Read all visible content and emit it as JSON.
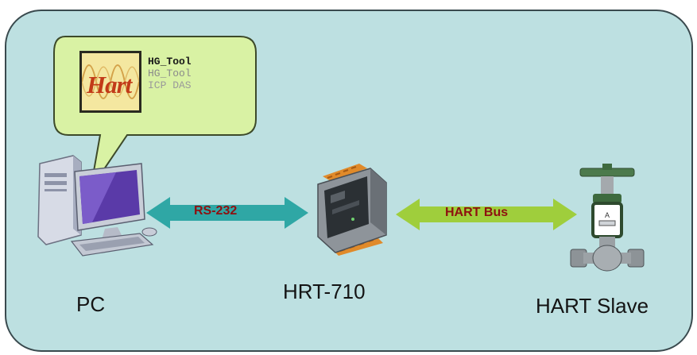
{
  "colors": {
    "panel_bg": "#bde0e1",
    "bubble_fill": "#d9f2a4",
    "rs232_arrow": "#2fa7a5",
    "hart_arrow": "#9fce3c",
    "label_text": "#8e1010"
  },
  "software": {
    "logo_text": "Hart",
    "lines": [
      "HG_Tool",
      "HG_Tool",
      "ICP DAS"
    ]
  },
  "links": {
    "rs232_label": "RS-232",
    "hart_bus_label": "HART Bus"
  },
  "devices": {
    "pc_label": "PC",
    "converter_label": "HRT-710",
    "slave_label": "HART Slave"
  },
  "icons": [
    "computer-icon",
    "converter-module-icon",
    "control-valve-icon"
  ]
}
